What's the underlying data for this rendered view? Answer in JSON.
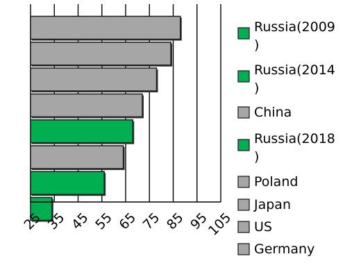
{
  "chart_data": {
    "type": "bar",
    "orientation": "horizontal",
    "title": "",
    "xlabel": "",
    "ylabel": "",
    "xlim": [
      25,
      105
    ],
    "xticks": [
      "25",
      "35",
      "45",
      "55",
      "65",
      "75",
      "85",
      "95",
      "105"
    ],
    "grid": "vertical",
    "legend_position": "right",
    "categories": [
      "Russia(2009)",
      "Russia(2014)",
      "China",
      "Russia(2018)",
      "Poland",
      "Japan",
      "US",
      "Germany"
    ],
    "values": [
      88,
      84,
      78,
      72,
      68,
      64,
      56,
      34
    ],
    "colors": [
      "#a6a6a6",
      "#a6a6a6",
      "#a6a6a6",
      "#a6a6a6",
      "#00b050",
      "#a6a6a6",
      "#00b050",
      "#00b050"
    ],
    "legend": [
      {
        "label": "Russia(2009",
        "label2": ")",
        "color": "#00b050"
      },
      {
        "label": "Russia(2014",
        "label2": ")",
        "color": "#00b050"
      },
      {
        "label": "China",
        "color": "#a6a6a6"
      },
      {
        "label": "Russia(2018",
        "label2": ")",
        "color": "#00b050"
      },
      {
        "label": "Poland",
        "color": "#a6a6a6"
      },
      {
        "label": "Japan",
        "color": "#a6a6a6"
      },
      {
        "label": "US",
        "color": "#a6a6a6"
      },
      {
        "label": "Germany",
        "color": "#a6a6a6"
      }
    ]
  }
}
